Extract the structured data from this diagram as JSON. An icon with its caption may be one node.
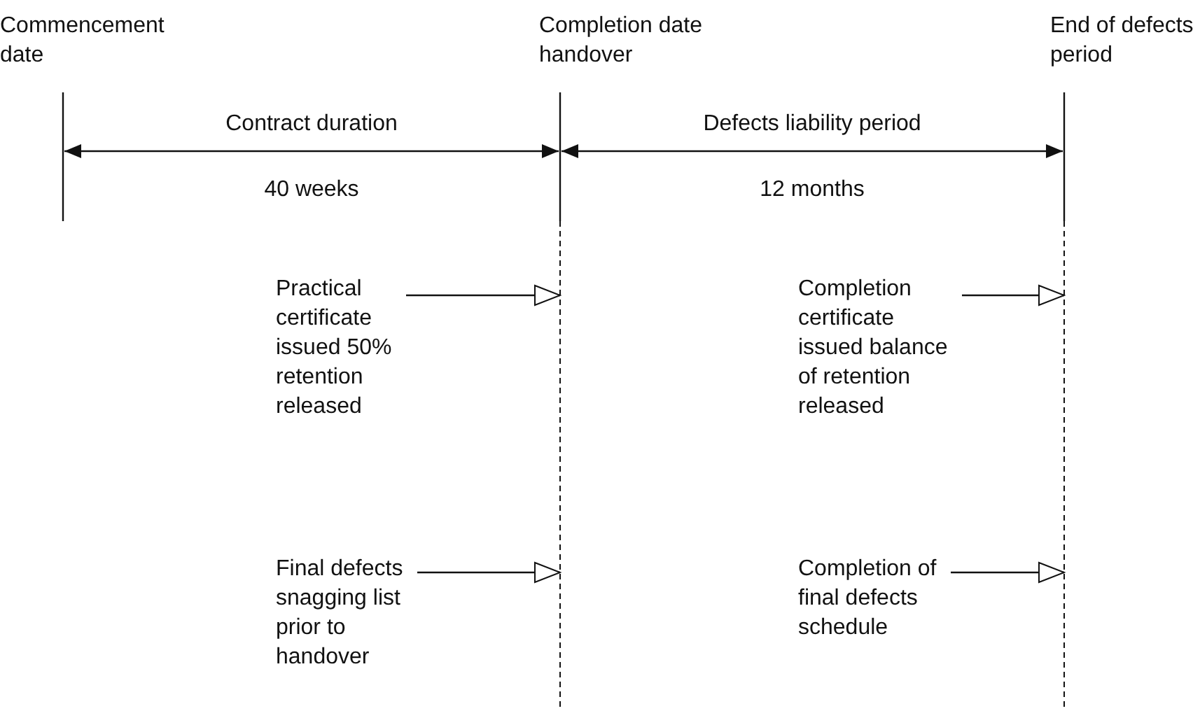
{
  "diagram": {
    "nodes": [
      {
        "text": [
          "Practical certificate issued 50% retention released"
        ]
      },
      {
        "text": [
          "Completion certificate issued balance of retention released"
        ]
      },
      {
        "text": [
          "Final defects snagging list prior to handover"
        ]
      },
      {
        "text": [
          "Completion of final defects schedule"
        ]
      }
    ],
    "edges": [
      {
        "from": 0,
        "to": null,
        "arrow": "to"
      },
      {
        "from": 1,
        "to": null,
        "arrow": "to"
      },
      {
        "from": 2,
        "to": null,
        "arrow": "to"
      },
      {
        "from": 3,
        "to": null,
        "arrow": "to"
      }
    ],
    "labels": [
      "Commencement date",
      "Completion date handover",
      "End of defects period",
      "Contract duration",
      "Defects liability period",
      "40 weeks",
      "12 months"
    ]
  }
}
